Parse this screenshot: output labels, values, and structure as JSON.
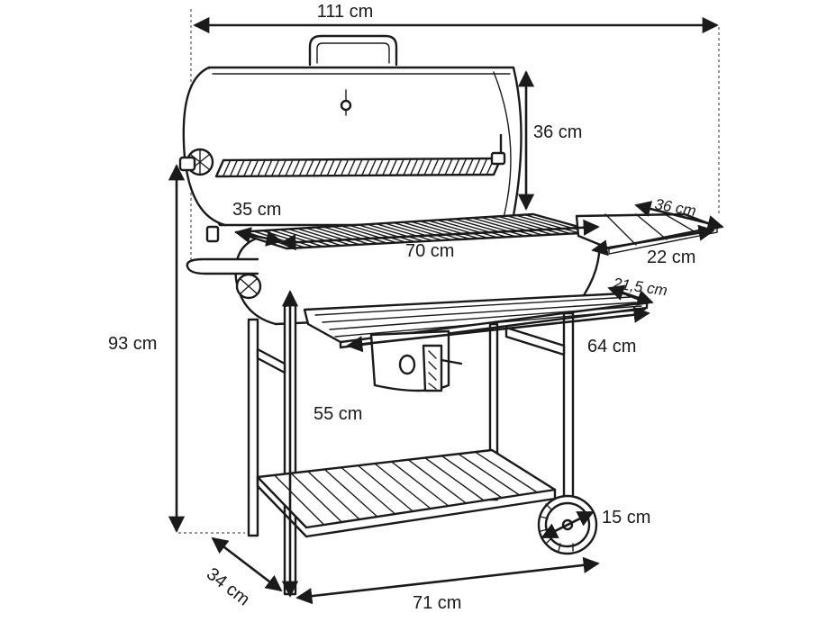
{
  "dimensions": {
    "total_width": "111 cm",
    "lid_height": "36 cm",
    "side_table_length": "36 cm",
    "grill_depth": "35 cm",
    "grill_width": "70 cm",
    "side_table_width": "22 cm",
    "front_shelf_depth": "21,5 cm",
    "front_shelf_width": "64 cm",
    "total_height": "93 cm",
    "shelf_height": "55 cm",
    "wheel_diameter": "15 cm",
    "base_depth": "34 cm",
    "base_width": "71 cm"
  },
  "colors": {
    "line": "#1a1a1a",
    "background": "#ffffff"
  }
}
